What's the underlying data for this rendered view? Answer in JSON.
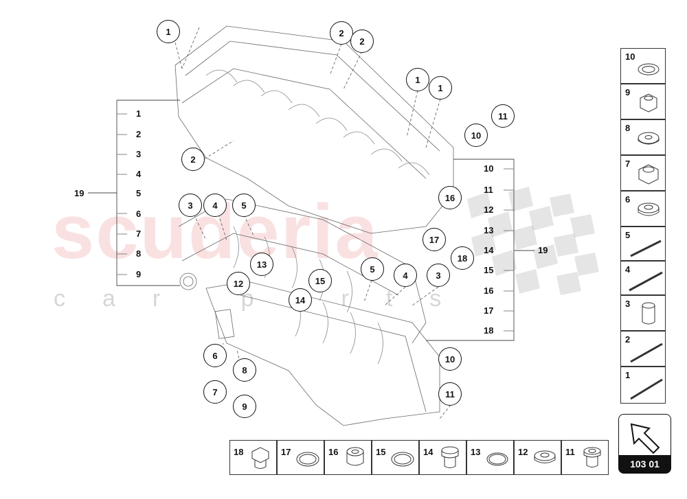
{
  "watermark": {
    "brand": "scuderia",
    "sub": "car parts"
  },
  "left_bracket": {
    "group_label": "19",
    "items": [
      "1",
      "2",
      "3",
      "4",
      "5",
      "6",
      "7",
      "8",
      "9"
    ]
  },
  "right_bracket": {
    "group_label": "19",
    "items": [
      "10",
      "11",
      "12",
      "13",
      "14",
      "15",
      "16",
      "17",
      "18"
    ]
  },
  "callouts": {
    "c1a": "1",
    "c2a": "2",
    "c2b": "2",
    "c1b": "1",
    "c1c": "1",
    "c11a": "11",
    "c10a": "10",
    "c2c": "2",
    "c3a": "3",
    "c4a": "4",
    "c5a": "5",
    "c16": "16",
    "c17": "17",
    "c18": "18",
    "c13": "13",
    "c12": "12",
    "c15": "15",
    "c14": "14",
    "c5b": "5",
    "c4b": "4",
    "c3b": "3",
    "c6": "6",
    "c8": "8",
    "c7": "7",
    "c9": "9",
    "c10b": "10",
    "c11b": "11"
  },
  "side_panel": [
    "10",
    "9",
    "8",
    "7",
    "6",
    "5",
    "4",
    "3",
    "2",
    "1"
  ],
  "bottom_panel": [
    "18",
    "17",
    "16",
    "15",
    "14",
    "13",
    "12",
    "11"
  ],
  "page_code": "103 01"
}
